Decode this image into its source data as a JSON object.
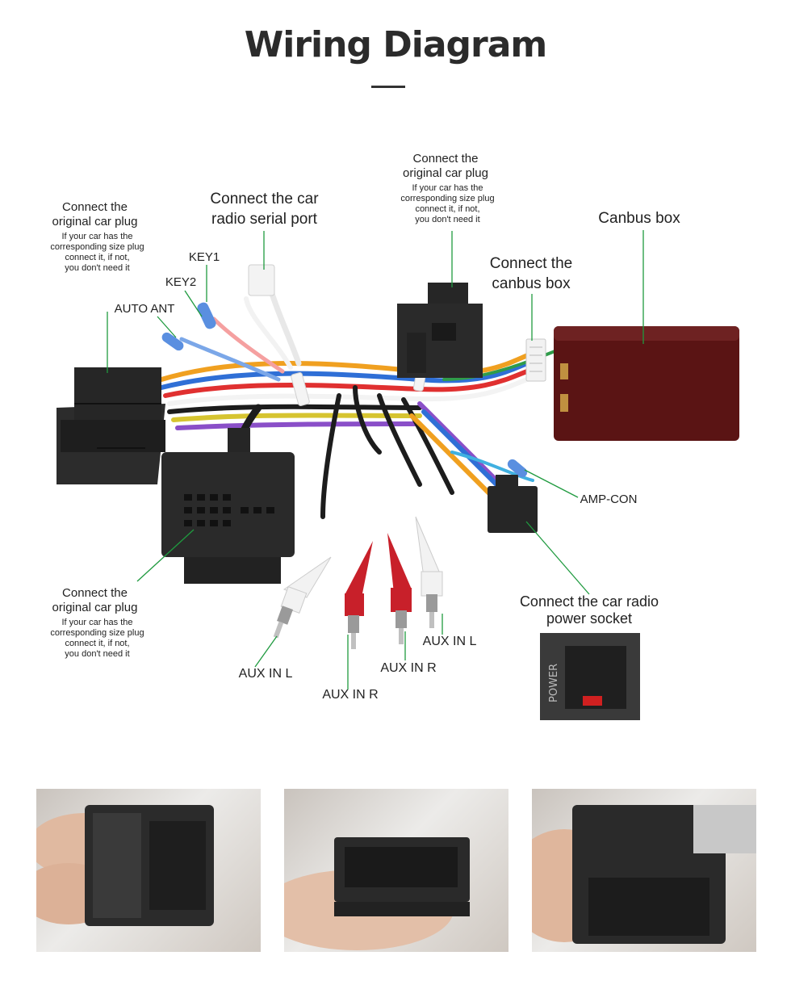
{
  "header": {
    "title": "Wiring Diagram"
  },
  "labels": {
    "plug_left_top": {
      "title_line1": "Connect the",
      "title_line2": "original car plug",
      "note_line1": "If your car has the",
      "note_line2": "corresponding size plug",
      "note_line3": "connect it, if not,",
      "note_line4": "you don't need it"
    },
    "serial_port": {
      "line1": "Connect the car",
      "line2": "radio  serial port"
    },
    "key1": "KEY1",
    "key2": "KEY2",
    "auto_ant": "AUTO ANT",
    "plug_top_center": {
      "title_line1": "Connect the",
      "title_line2": "original car plug",
      "note_line1": "If your car has the",
      "note_line2": "corresponding size plug",
      "note_line3": "connect it, if not,",
      "note_line4": "you don't need it"
    },
    "canbus_connect": {
      "line1": "Connect the",
      "line2": "canbus box"
    },
    "canbus_box": "Canbus box",
    "amp_con": "AMP-CON",
    "power_socket": {
      "line1": "Connect the car radio",
      "line2": "power socket"
    },
    "plug_left_bottom": {
      "title_line1": "Connect the",
      "title_line2": "original car plug",
      "note_line1": "If your car has the",
      "note_line2": "corresponding size plug",
      "note_line3": "connect it, if not,",
      "note_line4": "you don't need it"
    },
    "aux_in_l_1": "AUX IN L",
    "aux_in_r_1": "AUX IN R",
    "aux_in_r_2": "AUX IN R",
    "aux_in_l_2": "AUX IN L"
  },
  "socket_label": "POWER",
  "colors": {
    "leader_line": "#1f9a3f",
    "connector_black": "#262626",
    "canbus_box": "#5a1414",
    "rca_red": "#c8202a",
    "rca_white": "#f2f2f2"
  },
  "photos": [
    "photo-iso-plug-in-hand",
    "photo-quadlock-plug-in-hand",
    "photo-power-plug-in-hand"
  ]
}
